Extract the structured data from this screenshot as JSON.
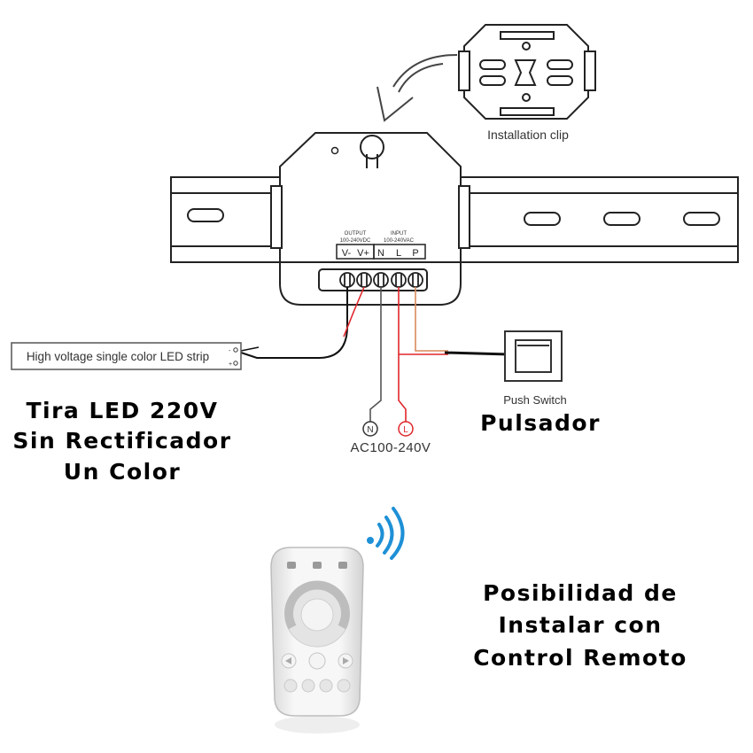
{
  "diagram": {
    "clip_label": "Installation clip",
    "strip_label": "High voltage single color LED strip",
    "output_header": "OUTPUT",
    "output_rating": "100-240VDC",
    "input_header": "INPUT",
    "input_rating": "100-240VAC",
    "terminals": [
      "V-",
      "V+",
      "N",
      "L",
      "P"
    ],
    "neutral_marker": "N",
    "live_marker": "L",
    "supply_label": "AC100-240V",
    "switch_label": "Push Switch",
    "strip_polarity": [
      "-",
      "+"
    ]
  },
  "captions": {
    "strip_lines": [
      "Tira LED 220V",
      "Sin Rectificador",
      "Un Color"
    ],
    "switch": "Pulsador",
    "remote_lines": [
      "Posibilidad de",
      "Instalar con",
      "Control Remoto"
    ]
  },
  "colors": {
    "wire_live": "#e0262a",
    "wire_neutral": "#555555",
    "wire_black": "#111111",
    "wifi": "#1e90d6",
    "outline": "#222222"
  }
}
